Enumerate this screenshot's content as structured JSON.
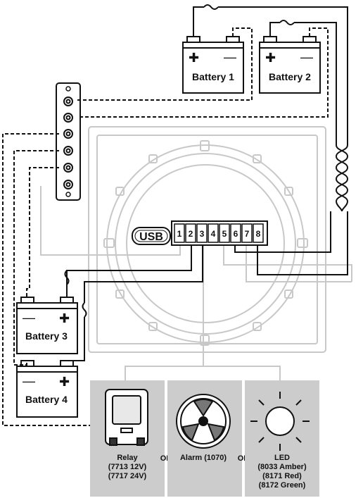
{
  "batteries": [
    {
      "label": "Battery 1"
    },
    {
      "label": "Battery 2"
    },
    {
      "label": "Battery 3"
    },
    {
      "label": "Battery 4"
    }
  ],
  "usb_label": "USB",
  "terminals": [
    "1",
    "2",
    "3",
    "4",
    "5",
    "6",
    "7",
    "8"
  ],
  "outputs": {
    "relay": {
      "lines": [
        "Relay",
        "(7713 12V)",
        "(7717 24V)"
      ]
    },
    "alarm": {
      "lines": [
        "Alarm (1070)"
      ]
    },
    "led": {
      "lines": [
        "LED",
        "(8033 Amber)",
        "(8171 Red)",
        "(8172 Green)"
      ]
    },
    "or_labels": [
      "OR",
      "OR"
    ]
  },
  "colors": {
    "wire": "#111111",
    "panel": "#cccccc",
    "frame": "#c8c8c8",
    "device": "#bcbcbc"
  }
}
